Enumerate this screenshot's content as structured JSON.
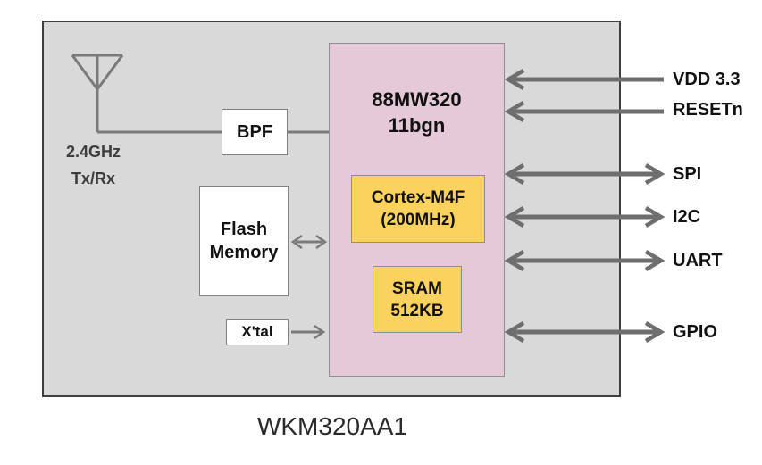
{
  "caption": "WKM320AA1",
  "antenna": {
    "line1": "2.4GHz",
    "line2": "Tx/Rx"
  },
  "blocks": {
    "bpf": {
      "label": "BPF"
    },
    "chip": {
      "line1": "88MW320",
      "line2": "11bgn"
    },
    "cortex": {
      "line1": "Cortex-M4F",
      "line2": "(200MHz)"
    },
    "sram": {
      "line1": "SRAM",
      "line2": "512KB"
    },
    "flash": {
      "line1": "Flash",
      "line2": "Memory"
    },
    "xtal": {
      "label": "X'tal"
    }
  },
  "ports": [
    {
      "label": "VDD 3.3",
      "direction": "input"
    },
    {
      "label": "RESETn",
      "direction": "input"
    },
    {
      "label": "SPI",
      "direction": "bidirectional"
    },
    {
      "label": "I2C",
      "direction": "bidirectional"
    },
    {
      "label": "UART",
      "direction": "bidirectional"
    },
    {
      "label": "GPIO",
      "direction": "bidirectional"
    }
  ],
  "colors": {
    "board_bg": "#d9d9d9",
    "chip_bg": "#e6c9d9",
    "memory_bg": "#fcd25f",
    "arrow": "#6e6e6e",
    "wire": "#7a7a7a"
  }
}
